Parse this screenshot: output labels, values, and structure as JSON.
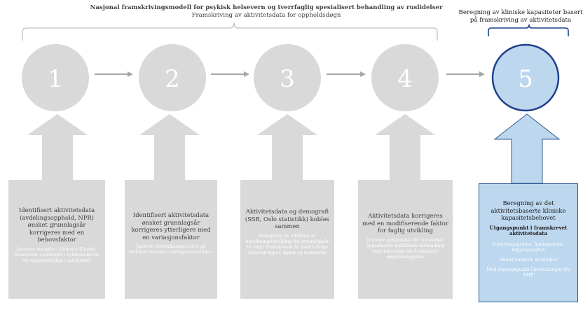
{
  "header": {
    "title": "Nasjonal framskrivingsmodell for psykisk helsevern og tverrfaglig spesialisert behandling av ruslidelser",
    "subtitle": "Framskriving av aktivitetsdata for oppholdsdøgn",
    "right_title": "Beregning av kliniske kapasiteter basert på framskriving av aktivitetsdata"
  },
  "steps": [
    {
      "number": "1",
      "heading": "Identifisert aktivitetsdata (avdelingsopphold, NPR) ønsket grunnlagsår korrigeres med en behovsfaktor",
      "detail": "Justerer mangler i tjenestetilbudet, forventede endringer i sykdomsbyrde og oppgavedeling i samfunnet"
    },
    {
      "number": "2",
      "heading": "Identifisert aktivitetsdata ønsket grunnlagsår korrigeres ytterligere med en variasjonsfaktor",
      "detail": "Justerer forbruksrater til et på forhånd fastsatt «variasjonsområde»"
    },
    {
      "number": "3",
      "heading": "Aktivitetsdata og demografi (SSB, Oslo statistikk) kobles sammen",
      "detail": "Beregning av effekten av befolkningsutvikling fra grunnlagsår til valgt framskrevet år med 1-årige aldersgrupper, kjønn og kommune"
    },
    {
      "number": "4",
      "heading": "Aktivitetsdata korrigeres med en modifiserende faktor for faglig utvikling",
      "detail": "Justerer potensialet for forsterket oppsøkende poliklinisk behandling med intensjon om å redusere døgninnleggelse"
    },
    {
      "number": "5",
      "heading": "Beregning av det aktivitetsbaserte kliniske kapasitetsbehovet",
      "bold": "Utgangspunkt i framskrevet aktivitetsdata",
      "details": [
        "Utnyttingsgrader, åpningstider, tilgjengelighet",
        "Ambisjonsnivå, strategier",
        "Med utgangspunkt i beslutninger fra RHF"
      ]
    }
  ],
  "colors": {
    "grey_shape": "#d9d9d9",
    "arrow": "#a6a6a6",
    "blue_fill": "#bdd7ee",
    "blue_border": "#2e5c94",
    "brace": "#bfbfbf"
  }
}
